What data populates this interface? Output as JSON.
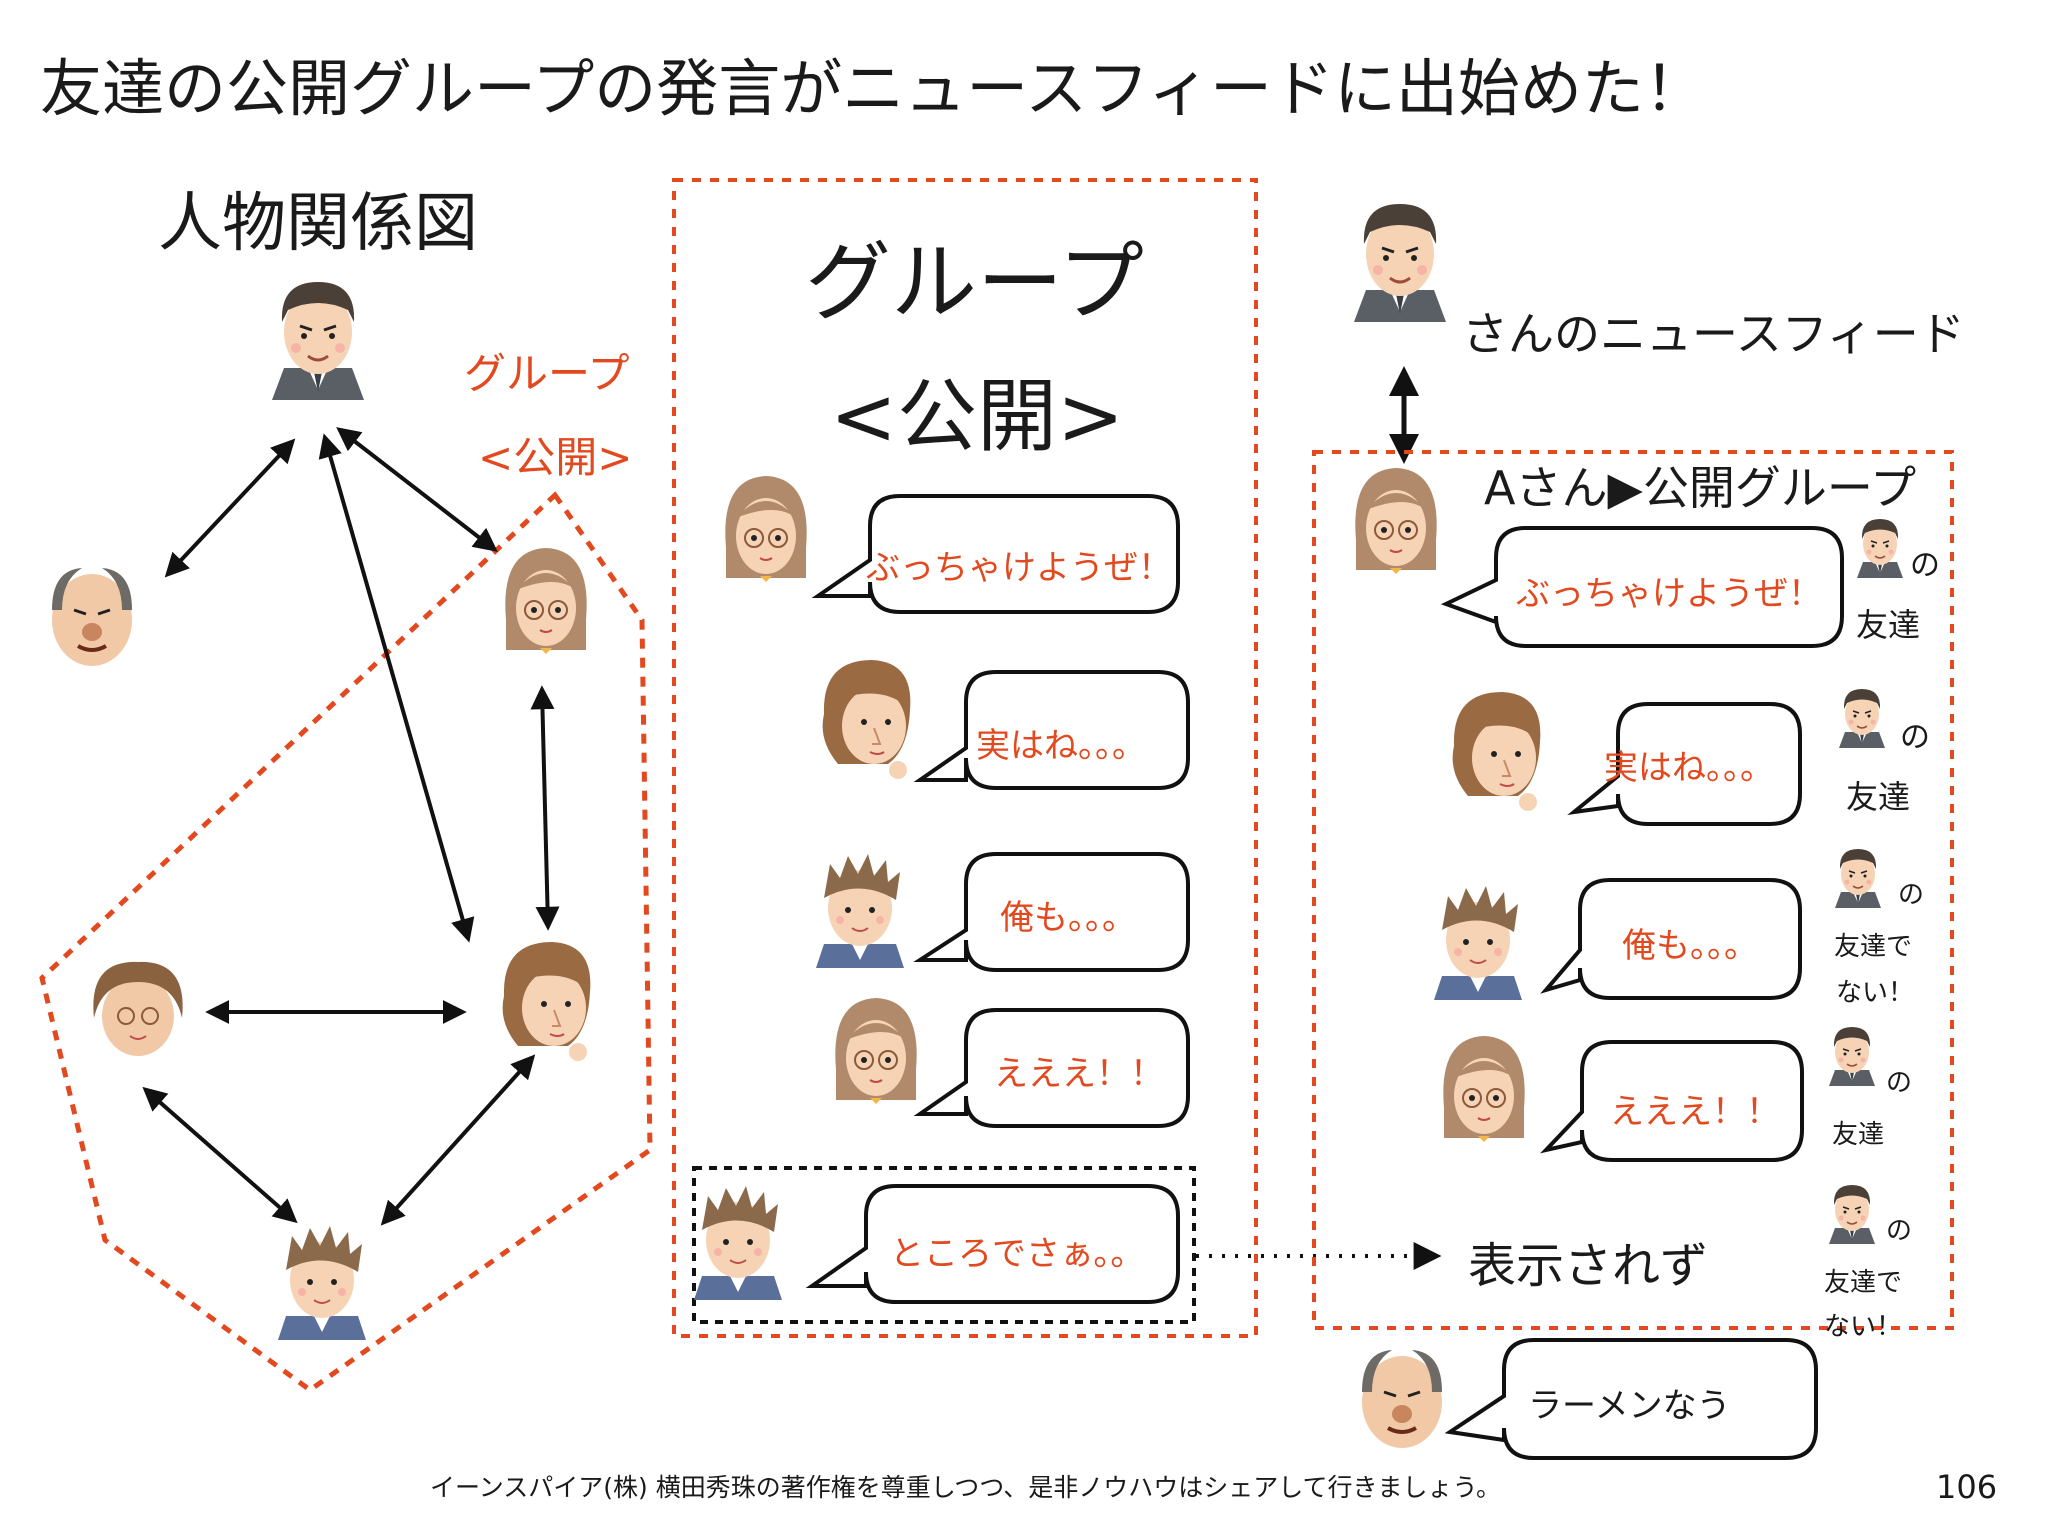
{
  "title": "友達の公開グループの発言がニュースフィードに出始めた！",
  "left": {
    "heading": "人物関係図",
    "group_label_1": "グループ",
    "group_label_2": "<公開>"
  },
  "middle": {
    "heading_1": "グループ",
    "heading_2": "<公開>",
    "messages": [
      "ぶっちゃけようぜ！",
      "実はね。。。",
      "俺も。。。",
      "えええ！！",
      "ところでさぁ。。"
    ]
  },
  "right": {
    "feed_title": "さんのニュースフィード",
    "group_title": "Aさん▶公開グループ",
    "messages": [
      "ぶっちゃけようぜ！",
      "実はね。。。",
      "俺も。。。",
      "えええ！！"
    ],
    "friend_notes": [
      {
        "no": "の",
        "status": "友達",
        "extra": ""
      },
      {
        "no": "の",
        "status": "友達",
        "extra": ""
      },
      {
        "no": "の",
        "status": "友達で",
        "extra": "ない！"
      },
      {
        "no": "の",
        "status": "友達",
        "extra": ""
      },
      {
        "no": "の",
        "status": "友達で",
        "extra": "ない！"
      }
    ],
    "not_shown": "表示されず",
    "ramen": "ラーメンなう"
  },
  "footer": "イーンスパイア(株) 横田秀珠の著作権を尊重しつつ、是非ノウハウはシェアして行きましょう。",
  "page_number": "106",
  "colors": {
    "accent": "#e2491f",
    "text": "#1a1a1a"
  }
}
